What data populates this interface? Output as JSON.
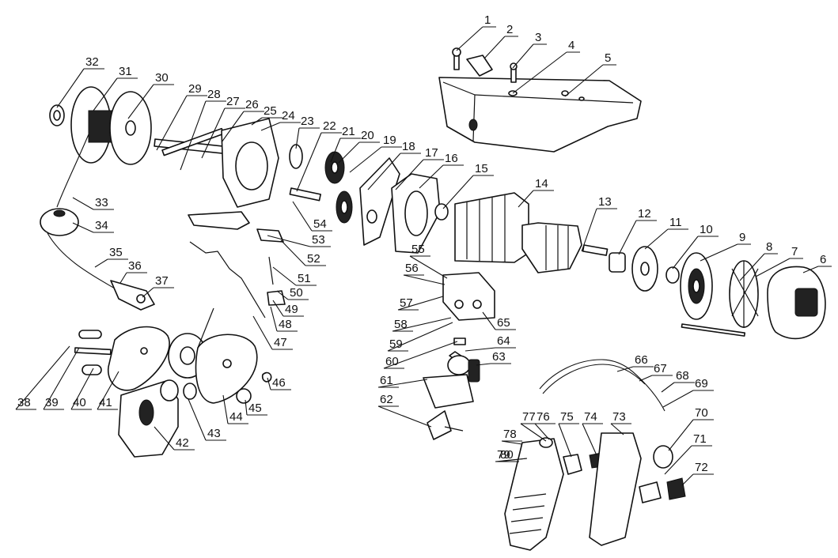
{
  "diagram": {
    "part_numbers": [
      "1",
      "2",
      "3",
      "4",
      "5",
      "6",
      "7",
      "8",
      "9",
      "10",
      "11",
      "12",
      "13",
      "14",
      "15",
      "16",
      "17",
      "18",
      "19",
      "20",
      "21",
      "22",
      "23",
      "24",
      "25",
      "26",
      "27",
      "28",
      "29",
      "30",
      "31",
      "32",
      "33",
      "34",
      "35",
      "36",
      "37",
      "38",
      "39",
      "40",
      "41",
      "42",
      "43",
      "44",
      "45",
      "46",
      "47",
      "48",
      "49",
      "50",
      "51",
      "52",
      "53",
      "54",
      "55",
      "56",
      "57",
      "58",
      "59",
      "60",
      "61",
      "62",
      "63",
      "64",
      "65",
      "66",
      "67",
      "68",
      "69",
      "70",
      "71",
      "72",
      "73",
      "74",
      "75",
      "76",
      "77",
      "78",
      "79",
      "80"
    ]
  }
}
